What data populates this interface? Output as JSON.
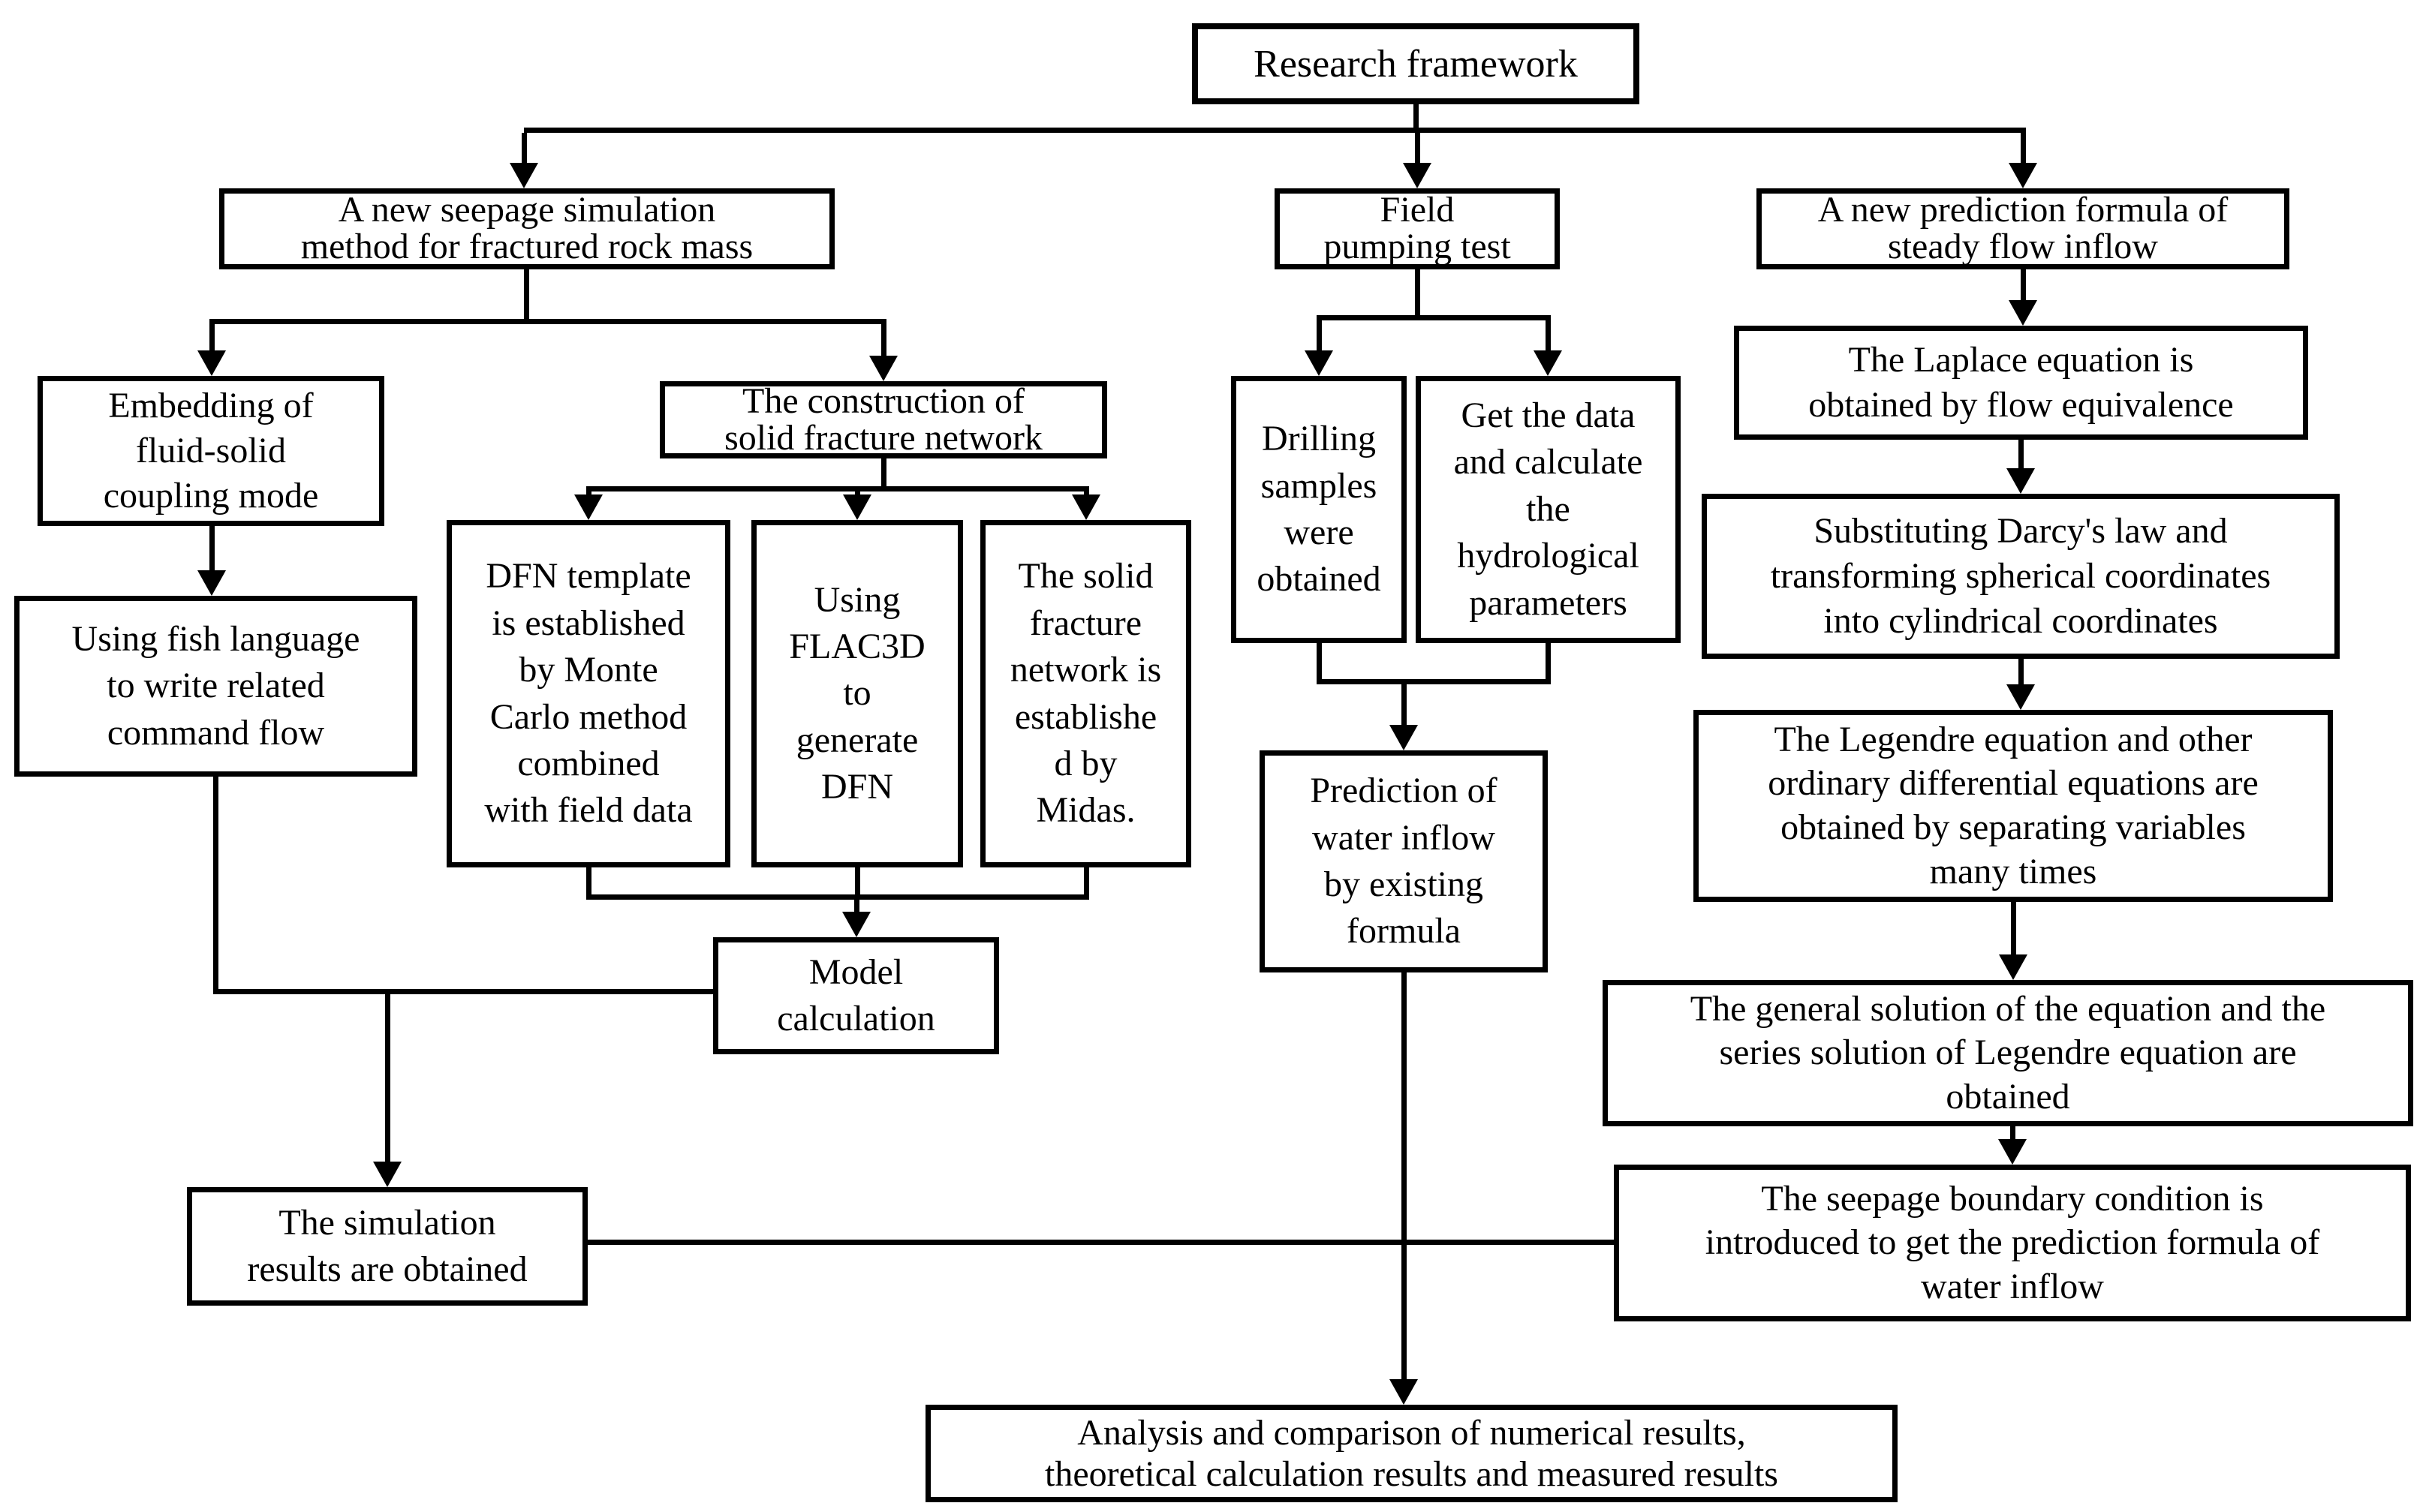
{
  "diagram": {
    "title": "Research framework",
    "colors": {
      "line": "#000000",
      "box_border": "#000000",
      "box_fill": "#ffffff",
      "background": "#ffffff",
      "text": "#000000"
    },
    "nodes": {
      "research": {
        "label": "Research framework"
      },
      "seepage_sim": {
        "label": "A new seepage simulation\nmethod for fractured rock mass"
      },
      "field_test": {
        "label": "Field\npumping test"
      },
      "prediction_formula": {
        "label": "A new prediction formula of\nsteady flow inflow"
      },
      "embedding": {
        "label": "Embedding of\nfluid-solid\ncoupling mode"
      },
      "construction": {
        "label": "The construction of\nsolid fracture network"
      },
      "fish": {
        "label": "Using fish language\nto write related\ncommand flow"
      },
      "dfn_template": {
        "label": "DFN template\nis established\nby Monte\nCarlo method\ncombined\nwith field data"
      },
      "flac3d": {
        "label": "Using\nFLAC3D\nto\ngenerate\nDFN"
      },
      "midas": {
        "label": "The solid\nfracture\nnetwork is\nestablishe\nd by\nMidas."
      },
      "drilling": {
        "label": "Drilling\nsamples\nwere\nobtained"
      },
      "getdata": {
        "label": "Get the data\nand calculate\nthe\nhydrological\nparameters"
      },
      "laplace": {
        "label": "The Laplace equation is\nobtained by flow equivalence"
      },
      "darcy": {
        "label": "Substituting Darcy's law and\ntransforming spherical coordinates\ninto cylindrical coordinates"
      },
      "legendre": {
        "label": "The Legendre equation and other\nordinary differential equations are\nobtained by separating variables\nmany times"
      },
      "pred_existing": {
        "label": "Prediction of\nwater inflow\nby existing\nformula"
      },
      "model_calc": {
        "label": "Model\ncalculation"
      },
      "general_solution": {
        "label": "The general solution of the equation and the\nseries solution of Legendre equation are\nobtained"
      },
      "sim_results": {
        "label": "The simulation\nresults are obtained"
      },
      "seepage_boundary": {
        "label": "The seepage boundary condition is\nintroduced to get the prediction formula of\nwater inflow"
      },
      "analysis": {
        "label": "Analysis and comparison of numerical results,\ntheoretical calculation results and measured results"
      }
    },
    "edges": [
      {
        "from": "research",
        "to": "seepage_sim"
      },
      {
        "from": "research",
        "to": "field_test"
      },
      {
        "from": "research",
        "to": "prediction_formula"
      },
      {
        "from": "seepage_sim",
        "to": "embedding"
      },
      {
        "from": "seepage_sim",
        "to": "construction"
      },
      {
        "from": "embedding",
        "to": "fish"
      },
      {
        "from": "construction",
        "to": "dfn_template"
      },
      {
        "from": "construction",
        "to": "flac3d"
      },
      {
        "from": "construction",
        "to": "midas"
      },
      {
        "from": "dfn_template",
        "to": "model_calc"
      },
      {
        "from": "flac3d",
        "to": "model_calc"
      },
      {
        "from": "midas",
        "to": "model_calc"
      },
      {
        "from": "fish",
        "to": "model_calc"
      },
      {
        "from": "fish",
        "to": "sim_results"
      },
      {
        "from": "field_test",
        "to": "drilling"
      },
      {
        "from": "field_test",
        "to": "getdata"
      },
      {
        "from": "drilling",
        "to": "pred_existing"
      },
      {
        "from": "getdata",
        "to": "pred_existing"
      },
      {
        "from": "prediction_formula",
        "to": "laplace"
      },
      {
        "from": "laplace",
        "to": "darcy"
      },
      {
        "from": "darcy",
        "to": "legendre"
      },
      {
        "from": "legendre",
        "to": "general_solution"
      },
      {
        "from": "general_solution",
        "to": "seepage_boundary"
      },
      {
        "from": "sim_results",
        "to": "analysis"
      },
      {
        "from": "seepage_boundary",
        "to": "analysis"
      },
      {
        "from": "pred_existing",
        "to": "analysis"
      }
    ]
  }
}
